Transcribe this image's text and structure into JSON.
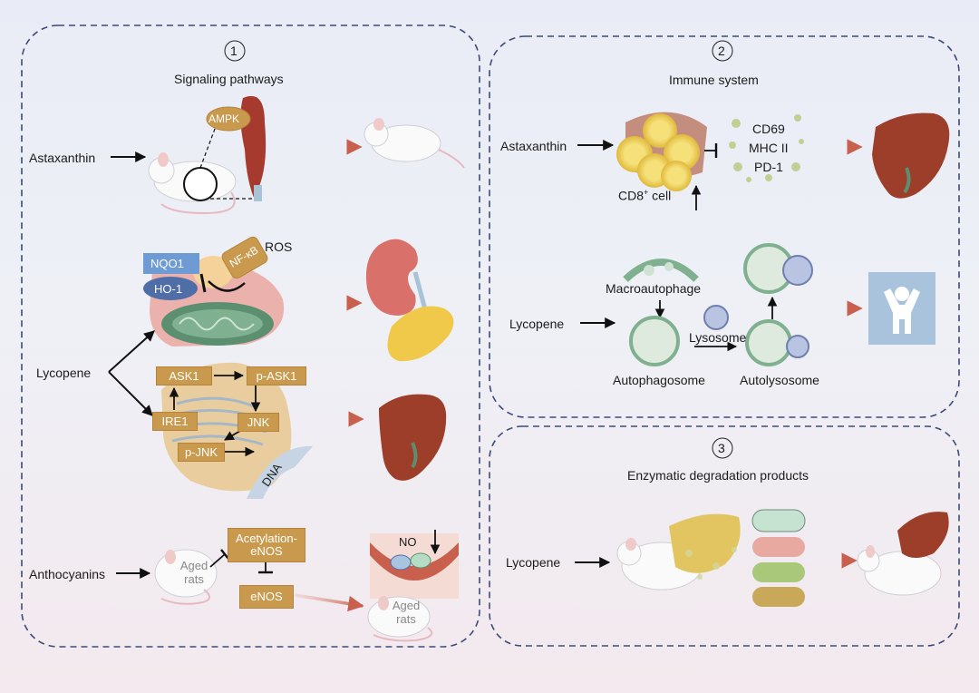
{
  "panels": {
    "p1": {
      "number": "1",
      "title": "Signaling pathways"
    },
    "p2": {
      "number": "2",
      "title": "Immune system"
    },
    "p3": {
      "number": "3",
      "title": "Enzymatic degradation products"
    }
  },
  "signaling": {
    "astaxanthin": "Astaxanthin",
    "ampk": "AMPK",
    "ros": "ROS",
    "nqo1": "NQO1",
    "nfkb": "NF-κB",
    "ho1": "HO-1",
    "lycopene": "Lycopene",
    "ask1": "ASK1",
    "p_ask1": "p-ASK1",
    "ire1": "IRE1",
    "jnk": "JNK",
    "p_jnk": "p-JNK",
    "dna": "DNA",
    "anthocyanins": "Anthocyanins",
    "aged_rats_1": "Aged rats",
    "acetylation_enos": "Acetylation-eNOS",
    "enos": "eNOS",
    "no": "NO",
    "aged_rats_2": "Aged rats"
  },
  "immune": {
    "astaxanthin": "Astaxanthin",
    "cd8_cell": "CD8",
    "cd8_sup": "+",
    "cd8_suffix": " cell",
    "markers": [
      "CD69",
      "MHC II",
      "PD-1"
    ],
    "lycopene": "Lycopene",
    "macroautophage": "Macroautophage",
    "lysosome": "Lysosome",
    "autophagosome": "Autophagosome",
    "autolysosome": "Autolysosome"
  },
  "enzymatic": {
    "lycopene": "Lycopene"
  },
  "colors": {
    "dash": "#3d4a78",
    "arrow_red": "#c9604e",
    "box_fill": "#c99a4e",
    "liver": "#9c3e2a",
    "blue_box": "#6f9bd4",
    "dark_blue_box": "#4f6ea8"
  }
}
